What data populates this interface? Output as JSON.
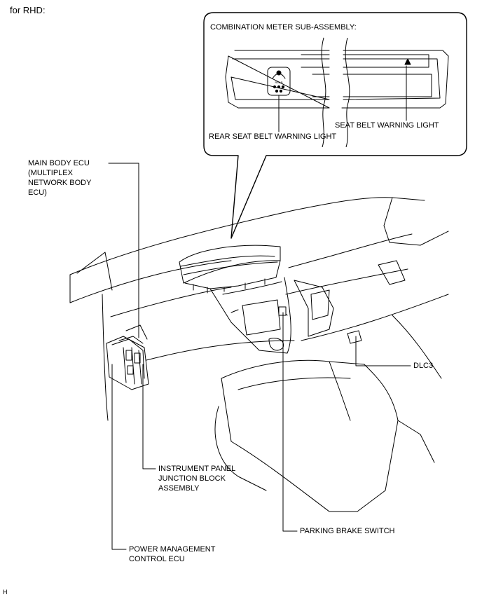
{
  "header": {
    "variant": "for RHD:"
  },
  "callout": {
    "title": "COMBINATION METER SUB-ASSEMBLY:",
    "rear_seat_belt_label": "REAR SEAT BELT WARNING LIGHT",
    "seat_belt_label": "SEAT BELT WARNING LIGHT",
    "icon_text": "REAR"
  },
  "labels": {
    "main_body_ecu": [
      "MAIN BODY ECU",
      "(MULTIPLEX",
      "NETWORK BODY",
      "ECU)"
    ],
    "dlc3": "DLC3",
    "instrument_panel_jb": [
      "INSTRUMENT PANEL",
      "JUNCTION BLOCK",
      "ASSEMBLY"
    ],
    "parking_brake_switch": "PARKING BRAKE SWITCH",
    "power_management_ecu": [
      "POWER MANAGEMENT",
      "CONTROL ECU"
    ]
  },
  "footer": {
    "code": "H"
  }
}
